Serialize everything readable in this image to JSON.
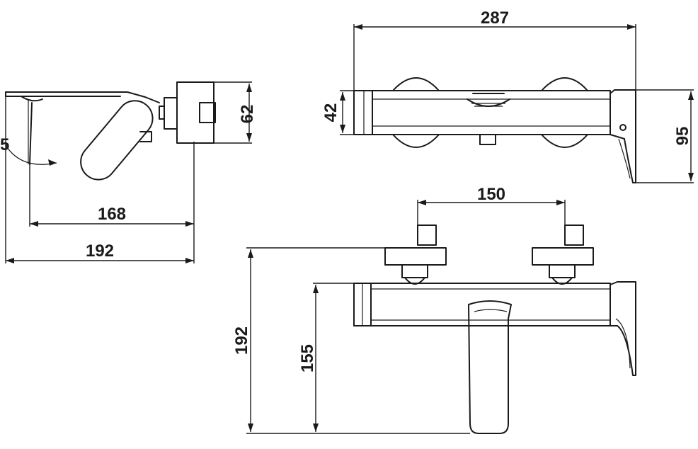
{
  "dimensions": {
    "side_projection_168": "168",
    "side_projection_192": "192",
    "side_height_62": "62",
    "top_width_287": "287",
    "top_depth_42": "42",
    "top_depth_95": "95",
    "front_centers_150": "150",
    "front_height_192": "192",
    "front_height_155": "155"
  },
  "partial_mark": "5"
}
